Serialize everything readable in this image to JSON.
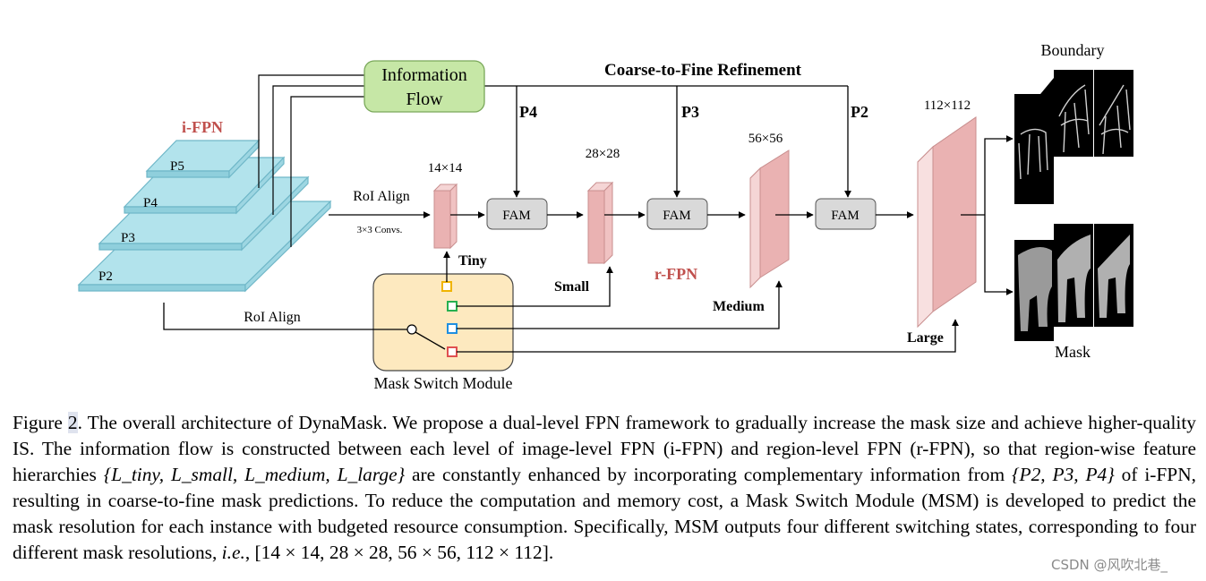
{
  "figure": {
    "info_flow_line1": "Information",
    "info_flow_line2": "Flow",
    "coarse_to_fine": "Coarse-to-Fine Refinement",
    "ifpn_label": "i-FPN",
    "rfpn_label": "r-FPN",
    "pyramid_levels": [
      "P5",
      "P4",
      "P3",
      "P2"
    ],
    "top_inputs": [
      "P4",
      "P3",
      "P2"
    ],
    "roi_align_top": "RoI Align",
    "convs_label": "3×3 Convs.",
    "roi_align_bottom": "RoI Align",
    "fam_label": "FAM",
    "sizes": [
      "14×14",
      "28×28",
      "56×56",
      "112×112"
    ],
    "scale_labels": [
      "Tiny",
      "Small",
      "Medium",
      "Large"
    ],
    "msm_label": "Mask Switch Module",
    "boundary_label": "Boundary",
    "mask_label": "Mask",
    "colors": {
      "pyramid_face": "#b2e3ec",
      "pyramid_edge": "#6fb7c8",
      "info_flow": "#c6e7a6",
      "feature_map": "#eab2b2",
      "feature_map_side": "#f5d5d5",
      "fam_box": "#d9d9d9",
      "msm_box": "#fde9bf",
      "red_label": "#c0504d",
      "switch_yellow": "#f0b400",
      "switch_green": "#27b050",
      "switch_blue": "#1f8fe0",
      "switch_red": "#e05050"
    }
  },
  "caption": {
    "part1": "Figure ",
    "ref": "2",
    "part2": ". The overall architecture of DynaMask. We propose a dual-level FPN framework to gradually increase the mask size and achieve higher-quality IS. The information flow is constructed between each level of image-level FPN (i-FPN) and region-level FPN (r-FPN), so that region-wise feature hierarchies ",
    "math1": "{L_tiny, L_small, L_medium, L_large}",
    "part3": " are constantly enhanced by incorporating complementary information from ",
    "math2": "{P2, P3, P4}",
    "part4": " of i-FPN, resulting in coarse-to-fine mask predictions. To reduce the computation and memory cost, a Mask Switch Module (MSM) is developed to predict the mask resolution for each instance with budgeted resource consumption. Specifically, MSM outputs four different switching states, corresponding to four different mask resolutions, ",
    "ie": "i.e.",
    "part5": ", ",
    "math3": "[14 × 14, 28 × 28, 56 × 56, 112 × 112]",
    "part6": "."
  },
  "watermark": "CSDN @风吹北巷_"
}
